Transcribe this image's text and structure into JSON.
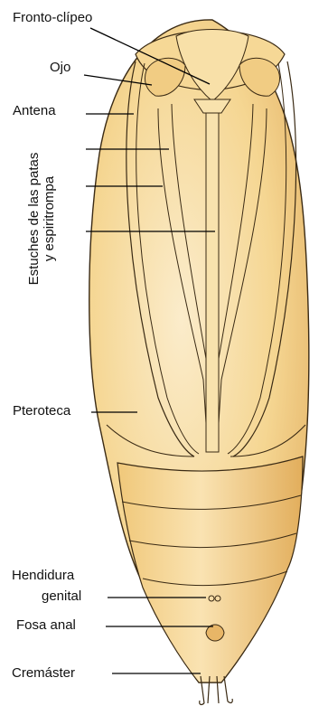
{
  "labels": {
    "fronto_clipeo": "Fronto-clípeo",
    "ojo": "Ojo",
    "antena": "Antena",
    "estuches_line1": "Estuches de las patas",
    "estuches_line2": "y espiritrompa",
    "pteroteca": "Pteroteca",
    "hendidura_line1": "Hendidura",
    "hendidura_line2": "genital",
    "fosa_anal": "Fosa anal",
    "cremaster": "Cremáster"
  },
  "colors": {
    "body_light": "#fbe9c4",
    "body_mid": "#f3cf86",
    "body_dark": "#e0ad58",
    "outline": "#3a2a14",
    "leader": "#000000"
  }
}
